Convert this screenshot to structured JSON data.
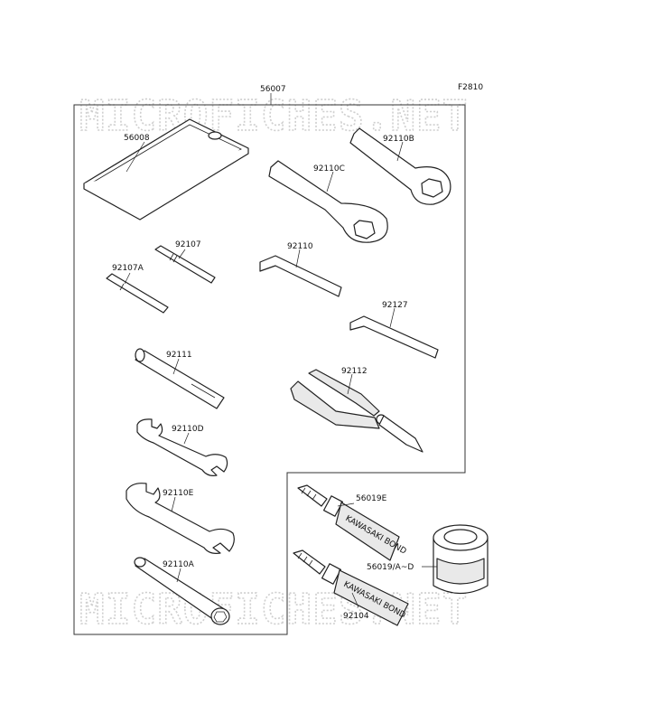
{
  "figure_code": "F2810",
  "watermark": [
    "MICROFICHES.NET",
    "MICROFICHES.NET"
  ],
  "assembly_label": "56007",
  "parts": {
    "bag": "56008",
    "ring_wrench_b": "92110B",
    "ring_wrench_c": "92110C",
    "screwdriver_bit": "92107",
    "screwdriver_bit_a": "92107A",
    "hex_key_large": "92110",
    "hex_key_small": "92127",
    "screwdriver_handle": "92111",
    "pliers": "92112",
    "open_wrench_d": "92110D",
    "open_wrench_e": "92110E",
    "socket_wrench_a": "92110A",
    "tube_e": "56019E",
    "tube_104": "92104",
    "can": "56019/A~D"
  },
  "tube_print": "KAWASAKI BOND"
}
